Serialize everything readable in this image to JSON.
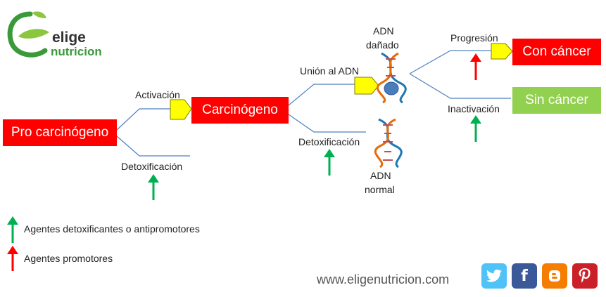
{
  "brand": {
    "line1": "elige",
    "line2": "nutricion"
  },
  "nodes": {
    "pro_carcinogeno": "Pro carcinógeno",
    "carcinogeno": "Carcinógeno",
    "con_cancer": "Con cáncer",
    "sin_cancer": "Sin cáncer"
  },
  "labels": {
    "activacion": "Activación",
    "detox_left": "Detoxificación",
    "union_adn": "Unión al ADN",
    "detox_mid": "Detoxificación",
    "adn_danado_1": "ADN",
    "adn_danado_2": "dañado",
    "adn_normal_1": "ADN",
    "adn_normal_2": "normal",
    "progresion": "Progresión",
    "inactivacion": "Inactivación"
  },
  "legend": {
    "green": "Agentes detoxificantes  o antipromotores",
    "red": "Agentes promotores"
  },
  "footer": {
    "url": "www.eligenutricion.com"
  },
  "social": {
    "twitter": "twitter-icon",
    "facebook": "facebook-icon",
    "blogger": "blogger-icon",
    "pinterest": "pinterest-icon"
  },
  "colors": {
    "red_box": "#ff0000",
    "green_box": "#92d050",
    "line": "#4f81bd",
    "arrow_green": "#00b050",
    "arrow_red": "#ff0000",
    "pentagon": "#ffff00"
  }
}
